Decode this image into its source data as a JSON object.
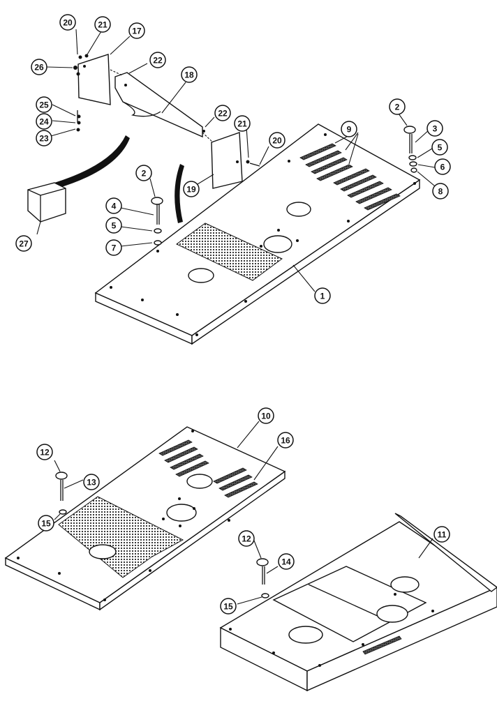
{
  "callouts": {
    "c1": "1",
    "c2a": "2",
    "c2b": "2",
    "c3": "3",
    "c4": "4",
    "c5a": "5",
    "c5b": "5",
    "c6": "6",
    "c7": "7",
    "c8": "8",
    "c9": "9",
    "c10": "10",
    "c11": "11",
    "c12a": "12",
    "c12b": "12",
    "c13": "13",
    "c14": "14",
    "c15a": "15",
    "c15b": "15",
    "c16": "16",
    "c17": "17",
    "c18": "18",
    "c19": "19",
    "c20a": "20",
    "c20b": "20",
    "c21a": "21",
    "c21b": "21",
    "c22a": "22",
    "c22b": "22",
    "c23": "23",
    "c24": "24",
    "c25": "25",
    "c26": "26",
    "c27": "27"
  }
}
